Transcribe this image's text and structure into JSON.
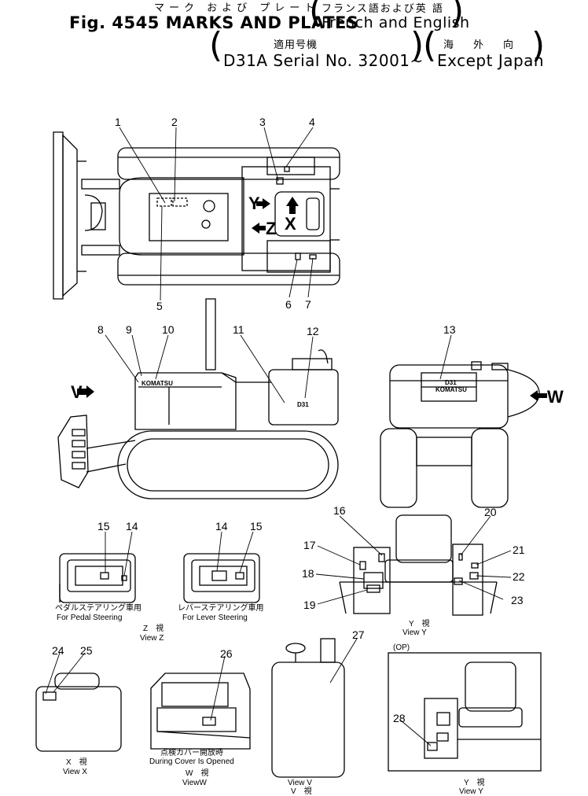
{
  "header": {
    "line1_jp": "マーク および プレート",
    "line1_en": "Fig. 4545 MARKS AND PLATES",
    "lang_jp": "フランス語および英 語",
    "lang_en": "French and English",
    "serial_jp": "適用号機",
    "serial_en": "D31A Serial No. 32001∼",
    "region_jp": "海　外　向",
    "region_en": "Except Japan"
  },
  "callouts": [
    "1",
    "2",
    "3",
    "4",
    "5",
    "6",
    "7",
    "8",
    "9",
    "10",
    "11",
    "12",
    "13",
    "14",
    "15",
    "14",
    "15",
    "16",
    "17",
    "18",
    "19",
    "20",
    "21",
    "22",
    "23",
    "24",
    "25",
    "26",
    "27",
    "28"
  ],
  "view_markers": {
    "y": "Y",
    "z": "Z",
    "x": "X",
    "v": "V",
    "w": "W"
  },
  "decal_text": {
    "komatsu": "KOMATSU",
    "d31": "D31",
    "komatsu2": "KOMATSU",
    "d31b": "D31"
  },
  "captions": {
    "pedal_jp": "ペダルステアリング車用",
    "pedal_en": "For Pedal Steering",
    "lever_jp": "レバーステアリング車用",
    "lever_en": "For Lever Steering",
    "viewz_jp": "Z　視",
    "viewz_en": "View Z",
    "viewy_jp": "Y　視",
    "viewy_en": "View Y",
    "viewx_jp": "X　視",
    "viewx_en": "View X",
    "cover_jp": "点検カバー開放時",
    "cover_en": "During Cover Is Opened",
    "vieww_jp": "W　視",
    "vieww_en": "ViewW",
    "viewv_en": "View V",
    "viewv_jp": "V　視",
    "op": "(OP)",
    "viewy2_jp": "Y　視",
    "viewy2_en": "View Y"
  }
}
